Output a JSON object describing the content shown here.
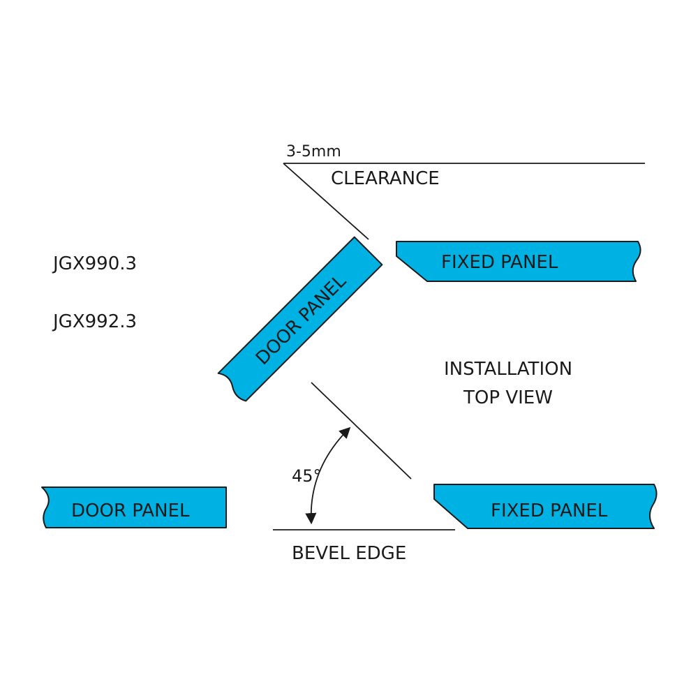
{
  "colors": {
    "panel_fill": "#00b2e3",
    "outline": "#1a1a1a",
    "background": "#ffffff"
  },
  "models": [
    "JGX990.3",
    "JGX992.3"
  ],
  "clearance": {
    "value": "3-5mm",
    "label": "CLEARANCE"
  },
  "panels": {
    "fixed_top": "FIXED PANEL",
    "door_angled": "DOOR PANEL",
    "door_bottom": "DOOR PANEL",
    "fixed_bottom": "FIXED PANEL"
  },
  "view_title": {
    "line1": "INSTALLATION",
    "line2": "TOP VIEW"
  },
  "angle": {
    "value": "45°"
  },
  "bevel": {
    "label": "BEVEL EDGE"
  }
}
